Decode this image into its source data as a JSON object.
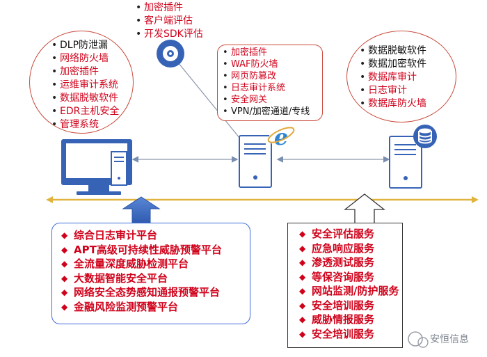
{
  "top_list": {
    "items": [
      {
        "text": "加密插件",
        "color": "red"
      },
      {
        "text": "客户端评估",
        "color": "red"
      },
      {
        "text": "开发SDK评估",
        "color": "red"
      }
    ]
  },
  "endpoint_list": {
    "items": [
      {
        "text": "DLP防泄漏",
        "color": "black"
      },
      {
        "text": "网络防火墙",
        "color": "red"
      },
      {
        "text": "加密插件",
        "color": "red"
      },
      {
        "text": "运维审计系统",
        "color": "red"
      },
      {
        "text": "数据脱敏软件",
        "color": "red"
      },
      {
        "text": "EDR主机安全",
        "color": "red"
      },
      {
        "text": "管理系统",
        "color": "red"
      }
    ]
  },
  "web_list": {
    "items": [
      {
        "text": "加密插件",
        "color": "red"
      },
      {
        "text": "WAF防火墙",
        "color": "red"
      },
      {
        "text": "网页防篡改",
        "color": "red"
      },
      {
        "text": "日志审计系统",
        "color": "red"
      },
      {
        "text": "安全网关",
        "color": "red"
      },
      {
        "text": "VPN/加密通道/专线",
        "color": "black"
      }
    ]
  },
  "db_list": {
    "items": [
      {
        "text": "数据脱敏软件",
        "color": "black"
      },
      {
        "text": "数据加密软件",
        "color": "black"
      },
      {
        "text": "数据库审计",
        "color": "red"
      },
      {
        "text": "日志审计",
        "color": "red"
      },
      {
        "text": "数据库防火墙",
        "color": "red"
      }
    ]
  },
  "platform_list": {
    "items": [
      "综合日志审计平台",
      "APT高级可持续性威胁预警平台",
      "全流量深度威胁检测平台",
      "大数据智能安全平台",
      "网络安全态势感知通报预警平台",
      "金融风险监测预警平台"
    ]
  },
  "service_list": {
    "items": [
      "安全评估服务",
      "应急响应服务",
      "渗透测试服务",
      "等保咨询服务",
      "网站监测/防护服务",
      "安全培训服务",
      "威胁情报服务",
      "安全培训服务"
    ]
  },
  "watermark": "安恒信息",
  "colors": {
    "accent_red": "#d0021b",
    "device_blue": "#3763b6",
    "platform_border": "#3f6ad8",
    "axis_gold": "#e0b43c"
  }
}
